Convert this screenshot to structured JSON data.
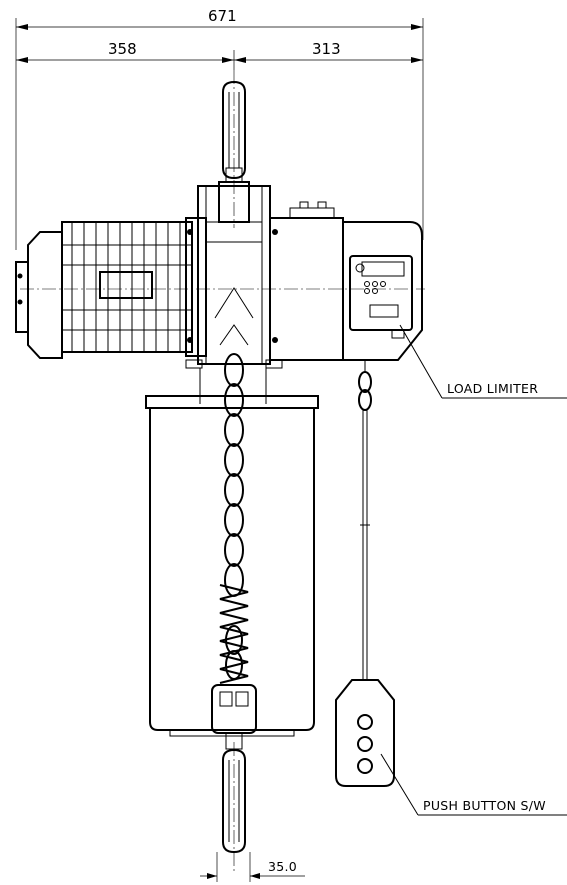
{
  "dimensions": {
    "overall_width": "671",
    "left_width": "358",
    "right_width": "313",
    "chain_width": "35.0"
  },
  "callouts": {
    "load_limiter": "LOAD LIMITER",
    "push_button": "PUSH BUTTON S/W"
  }
}
